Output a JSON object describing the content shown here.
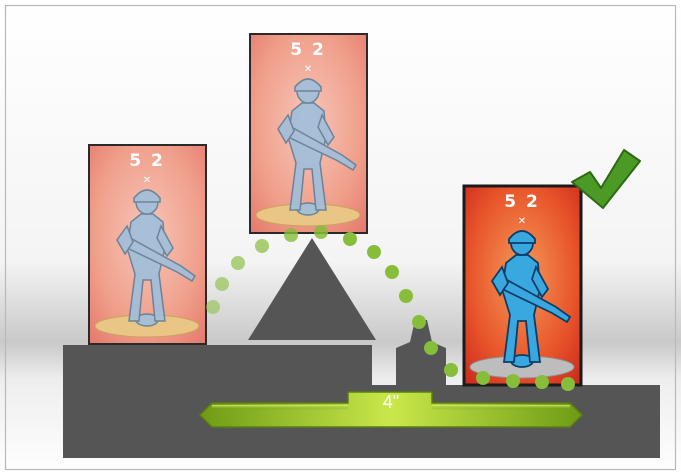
{
  "tokens": [
    {
      "id": "left",
      "stat_value": "5 2",
      "state": "inactive"
    },
    {
      "id": "center",
      "stat_value": "5 2",
      "state": "inactive"
    },
    {
      "id": "right",
      "stat_value": "5 2",
      "state": "active",
      "valid": true
    }
  ],
  "measurement": {
    "label": "4\""
  },
  "colors": {
    "card_inactive": "#f08f7e",
    "card_active": "#e84b1c",
    "miniature": "#8fb6d8",
    "miniature_active": "#35a6dd",
    "terrain": "#555555",
    "jump_path": "#86bd3b",
    "check": "#4c9a26"
  }
}
